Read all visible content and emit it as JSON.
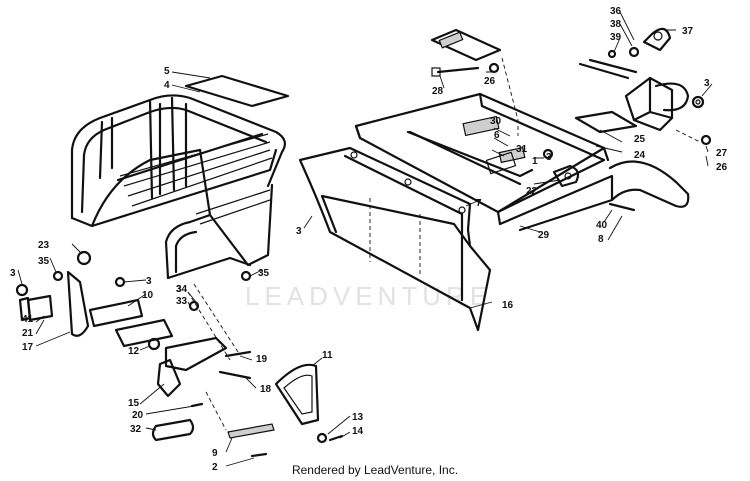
{
  "diagram": {
    "watermark": "LEADVENTURE",
    "credit": "Rendered by LeadVenture, Inc.",
    "callouts": [
      {
        "id": "c1",
        "label": "1"
      },
      {
        "id": "c2",
        "label": "2"
      },
      {
        "id": "c3a",
        "label": "3"
      },
      {
        "id": "c3b",
        "label": "3"
      },
      {
        "id": "c3c",
        "label": "3"
      },
      {
        "id": "c3d",
        "label": "3"
      },
      {
        "id": "c3e",
        "label": "3"
      },
      {
        "id": "c3f",
        "label": "3"
      },
      {
        "id": "c4",
        "label": "4"
      },
      {
        "id": "c5",
        "label": "5"
      },
      {
        "id": "c6",
        "label": "6"
      },
      {
        "id": "c7",
        "label": "7"
      },
      {
        "id": "c8",
        "label": "8"
      },
      {
        "id": "c9",
        "label": "9"
      },
      {
        "id": "c10",
        "label": "10"
      },
      {
        "id": "c11",
        "label": "11"
      },
      {
        "id": "c12",
        "label": "12"
      },
      {
        "id": "c13",
        "label": "13"
      },
      {
        "id": "c14",
        "label": "14"
      },
      {
        "id": "c15",
        "label": "15"
      },
      {
        "id": "c16",
        "label": "16"
      },
      {
        "id": "c17",
        "label": "17"
      },
      {
        "id": "c18",
        "label": "18"
      },
      {
        "id": "c19",
        "label": "19"
      },
      {
        "id": "c20",
        "label": "20"
      },
      {
        "id": "c21",
        "label": "21"
      },
      {
        "id": "c22",
        "label": "22"
      },
      {
        "id": "c23",
        "label": "23"
      },
      {
        "id": "c24",
        "label": "24"
      },
      {
        "id": "c25",
        "label": "25"
      },
      {
        "id": "c26a",
        "label": "26"
      },
      {
        "id": "c26b",
        "label": "26"
      },
      {
        "id": "c27",
        "label": "27"
      },
      {
        "id": "c28",
        "label": "28"
      },
      {
        "id": "c29",
        "label": "29"
      },
      {
        "id": "c30",
        "label": "30"
      },
      {
        "id": "c31",
        "label": "31"
      },
      {
        "id": "c32",
        "label": "32"
      },
      {
        "id": "c33",
        "label": "33"
      },
      {
        "id": "c34",
        "label": "34"
      },
      {
        "id": "c35a",
        "label": "35"
      },
      {
        "id": "c35b",
        "label": "35"
      },
      {
        "id": "c36",
        "label": "36"
      },
      {
        "id": "c37",
        "label": "37"
      },
      {
        "id": "c38",
        "label": "38"
      },
      {
        "id": "c39",
        "label": "39"
      },
      {
        "id": "c40",
        "label": "40"
      },
      {
        "id": "c41",
        "label": "41"
      }
    ]
  }
}
